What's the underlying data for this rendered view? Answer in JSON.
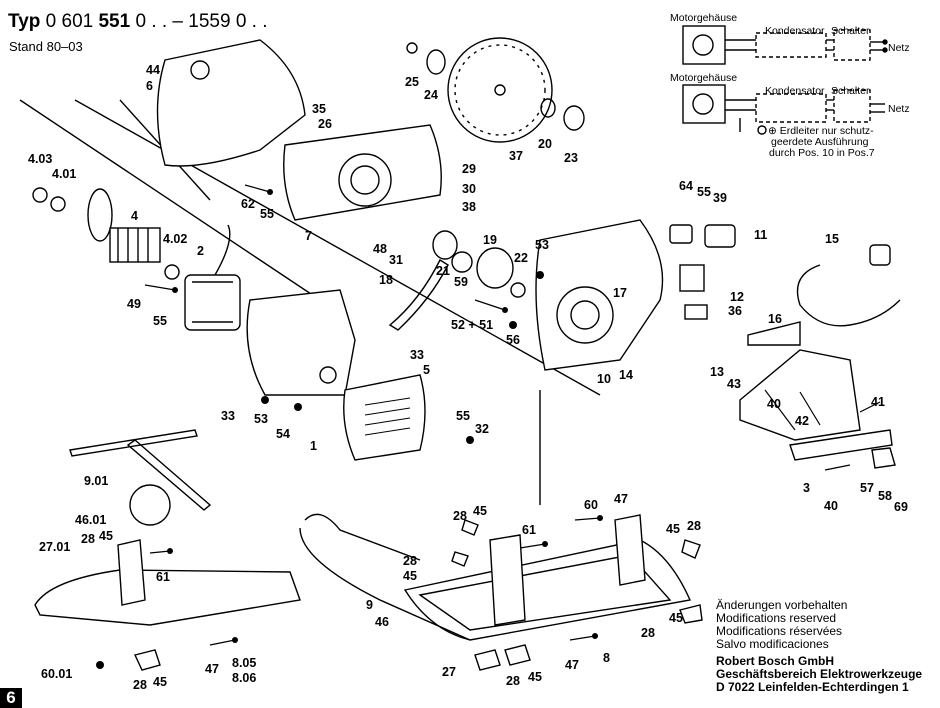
{
  "header": {
    "type_prefix": "Typ",
    "number_a": "0 601",
    "number_b": "551",
    "number_c": "0 . . – 1559 0 . .",
    "stand": "Stand 80–03"
  },
  "callouts": {
    "p1": "1",
    "p2": "2",
    "p3": "3",
    "p4": "4",
    "p4_01": "4.01",
    "p4_02": "4.02",
    "p4_03": "4.03",
    "p5": "5",
    "p6": "6",
    "p7": "7",
    "p8": "8",
    "p8_05": "8.05",
    "p8_06": "8.06",
    "p9": "9",
    "p9_01": "9.01",
    "p10": "10",
    "p11": "11",
    "p12": "12",
    "p13": "13",
    "p14": "14",
    "p15": "15",
    "p16": "16",
    "p17": "17",
    "p18": "18",
    "p19": "19",
    "p20": "20",
    "p21": "21",
    "p22": "22",
    "p23": "23",
    "p24": "24",
    "p25": "25",
    "p26": "26",
    "p27": "27",
    "p27_01": "27.01",
    "p28": "28",
    "p29": "29",
    "p30": "30",
    "p31": "31",
    "p32": "32",
    "p33": "33",
    "p35": "35",
    "p36": "36",
    "p37": "37",
    "p38": "38",
    "p39": "39",
    "p40": "40",
    "p41": "41",
    "p42": "42",
    "p43": "43",
    "p44": "44",
    "p45": "45",
    "p46": "46",
    "p46_01": "46.01",
    "p47": "47",
    "p48": "48",
    "p49": "49",
    "p52_51": "52 + 51",
    "p53": "53",
    "p54": "54",
    "p55": "55",
    "p56": "56",
    "p57": "57",
    "p58": "58",
    "p59": "59",
    "p60": "60",
    "p60_01": "60.01",
    "p61": "61",
    "p62": "62",
    "p64": "64",
    "p69": "69"
  },
  "wiring": {
    "motor_housing": "Motorgehäuse",
    "capacitor": "Kondensator",
    "switch": "Schalter",
    "mains": "Netz",
    "note_1": "⊕ Erdleiter nur schutz-",
    "note_2": "geerdete Ausführung",
    "note_3": "durch Pos. 10 in Pos.7"
  },
  "notice": {
    "de": "Änderungen vorbehalten",
    "en": "Modifications reserved",
    "fr": "Modifications réservées",
    "es": "Salvo modificaciones"
  },
  "company": {
    "name": "Robert Bosch GmbH",
    "division": "Geschäftsbereich Elektrowerkzeuge",
    "address": "D 7022 Leinfelden-Echterdingen 1"
  },
  "page": {
    "marker": "6"
  }
}
